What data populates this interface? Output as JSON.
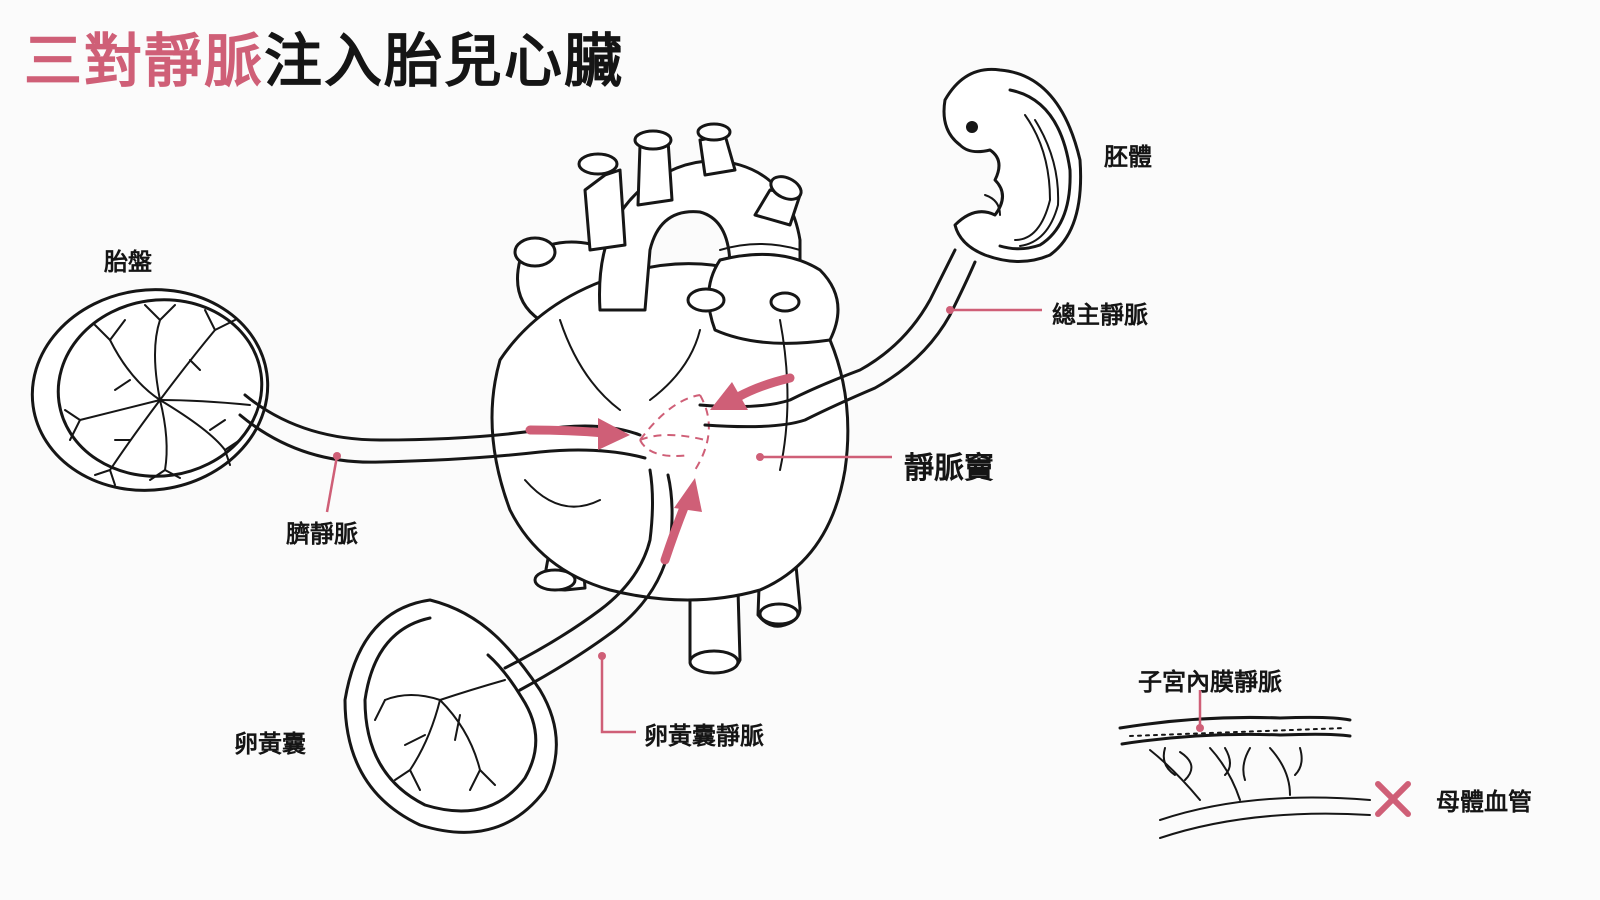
{
  "title": {
    "accent": "三對靜脈",
    "rest": "注入胎兒心臟"
  },
  "labels": {
    "placenta": "胎盤",
    "umbilical_vein": "臍靜脈",
    "yolk_sac": "卵黃囊",
    "vitelline_vein": "卵黃囊靜脈",
    "embryo": "胚體",
    "cardinal_vein": "總主靜脈",
    "sinus_venosus": "靜脈竇",
    "endometrial_vein": "子宮內膜靜脈",
    "maternal_vessel": "母體血管"
  },
  "colors": {
    "accent": "#cf5f77",
    "line": "#161616",
    "background": "#fbfbfb"
  },
  "icons": {
    "cross": "cross-mark-icon"
  }
}
